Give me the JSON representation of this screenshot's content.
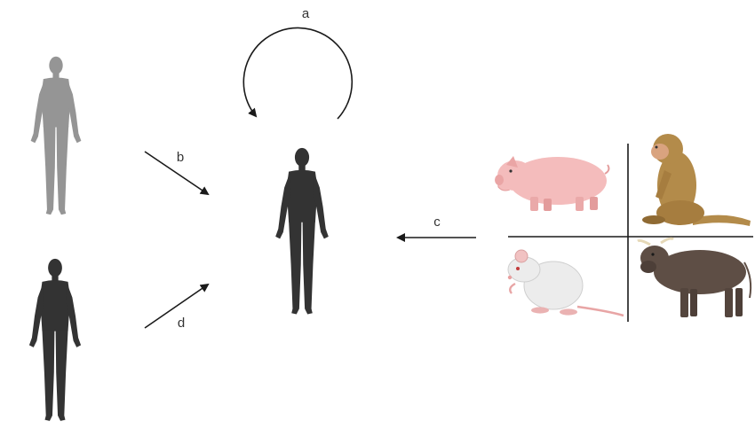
{
  "labels": {
    "a": "a",
    "b": "b",
    "c": "c",
    "d": "d"
  },
  "colors": {
    "donor_grey": "#8a8a8a",
    "recipient_dark": "#333333",
    "arrow": "#1a1a1a",
    "pig": "#f4bcbc",
    "monkey": "#b38b4a",
    "rat": "#ececec",
    "bull": "#5e4e45"
  },
  "icons": {
    "top_left_person": "grey-human-silhouette-icon",
    "bottom_left_person": "dark-human-silhouette-icon",
    "center_person": "dark-human-silhouette-icon",
    "animals": [
      "pig-icon",
      "monkey-icon",
      "rat-icon",
      "bull-icon"
    ]
  }
}
